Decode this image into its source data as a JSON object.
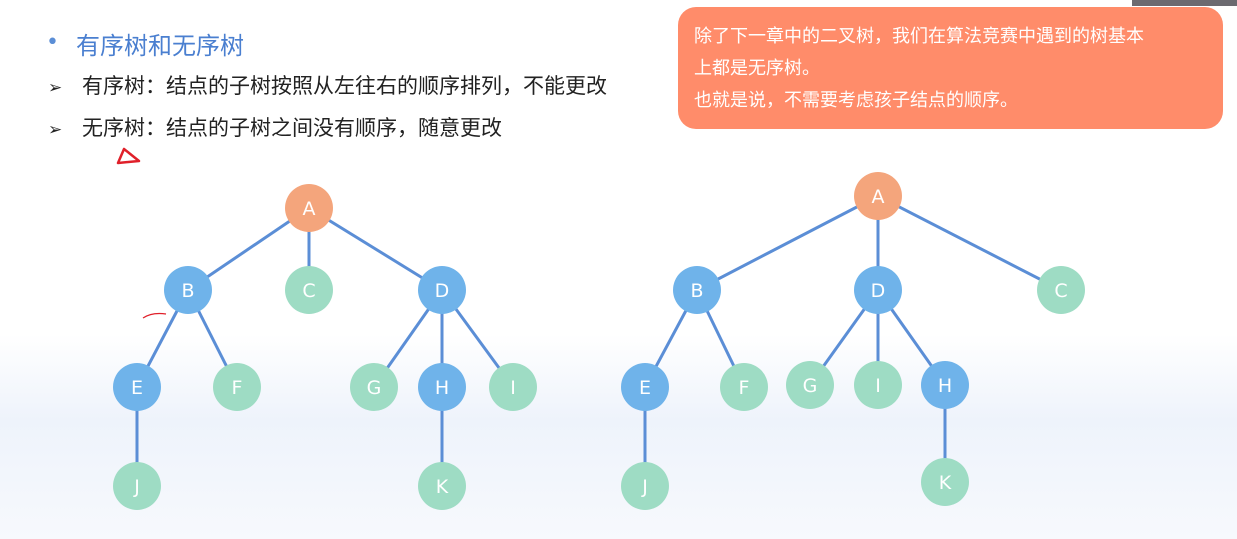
{
  "slide": {
    "heading": "有序树和无序树",
    "lines": [
      {
        "marker": "➢",
        "text": "有序树：结点的子树按照从左往右的顺序排列，不能更改"
      },
      {
        "marker": "➢",
        "text": "无序树：结点的子树之间没有顺序，随意更改"
      }
    ],
    "callout": {
      "lines": [
        "除了下一章中的二叉树，我们在算法竞赛中遇到的树基本",
        "上都是无序树。",
        "也就是说，不需要考虑孩子结点的顺序。"
      ]
    }
  },
  "colors": {
    "heading": "#4a7fd0",
    "callout": "#ff8c6a",
    "root": "#f4a57c",
    "blue_node": "#6fb3ea",
    "green_node": "#9edcc4",
    "edge": "#5b8ed6",
    "annotation": "#e0202a"
  },
  "trees": [
    {
      "name": "ordered-tree",
      "nodes": [
        {
          "id": "A",
          "label": "A",
          "kind": "root"
        },
        {
          "id": "B",
          "label": "B",
          "kind": "blue"
        },
        {
          "id": "C",
          "label": "C",
          "kind": "green"
        },
        {
          "id": "D",
          "label": "D",
          "kind": "blue"
        },
        {
          "id": "E",
          "label": "E",
          "kind": "blue"
        },
        {
          "id": "F",
          "label": "F",
          "kind": "green"
        },
        {
          "id": "G",
          "label": "G",
          "kind": "green"
        },
        {
          "id": "H",
          "label": "H",
          "kind": "blue"
        },
        {
          "id": "I",
          "label": "I",
          "kind": "green"
        },
        {
          "id": "J",
          "label": "J",
          "kind": "green"
        },
        {
          "id": "K",
          "label": "K",
          "kind": "green"
        }
      ],
      "edges": [
        [
          "A",
          "B"
        ],
        [
          "A",
          "C"
        ],
        [
          "A",
          "D"
        ],
        [
          "B",
          "E"
        ],
        [
          "B",
          "F"
        ],
        [
          "D",
          "G"
        ],
        [
          "D",
          "H"
        ],
        [
          "D",
          "I"
        ],
        [
          "E",
          "J"
        ],
        [
          "H",
          "K"
        ]
      ]
    },
    {
      "name": "unordered-tree",
      "nodes": [
        {
          "id": "A",
          "label": "A",
          "kind": "root"
        },
        {
          "id": "B",
          "label": "B",
          "kind": "blue"
        },
        {
          "id": "D",
          "label": "D",
          "kind": "blue"
        },
        {
          "id": "C",
          "label": "C",
          "kind": "green"
        },
        {
          "id": "E",
          "label": "E",
          "kind": "blue"
        },
        {
          "id": "F",
          "label": "F",
          "kind": "green"
        },
        {
          "id": "G",
          "label": "G",
          "kind": "green"
        },
        {
          "id": "I",
          "label": "I",
          "kind": "green"
        },
        {
          "id": "H",
          "label": "H",
          "kind": "blue"
        },
        {
          "id": "J",
          "label": "J",
          "kind": "green"
        },
        {
          "id": "K",
          "label": "K",
          "kind": "green"
        }
      ],
      "edges": [
        [
          "A",
          "B"
        ],
        [
          "A",
          "D"
        ],
        [
          "A",
          "C"
        ],
        [
          "B",
          "E"
        ],
        [
          "B",
          "F"
        ],
        [
          "D",
          "G"
        ],
        [
          "D",
          "I"
        ],
        [
          "D",
          "H"
        ],
        [
          "E",
          "J"
        ],
        [
          "H",
          "K"
        ]
      ]
    }
  ]
}
